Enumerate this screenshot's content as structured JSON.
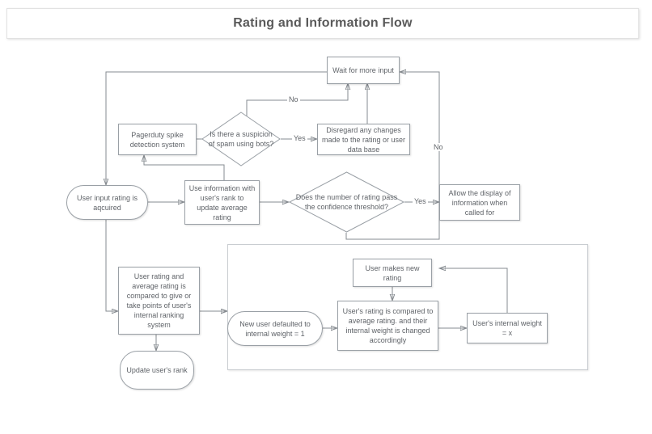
{
  "header": {
    "title": "Rating and Information Flow"
  },
  "colors": {
    "node_border": "#9aa0a6",
    "node_text": "#5f6368",
    "edge_stroke": "#868b90",
    "group_border": "#c9cdd1",
    "title_text": "#5a5a5a",
    "background": "#ffffff"
  },
  "nodes": {
    "wait_for_input": "Wait for more input",
    "pagerduty": "Pagerduty spike detection system",
    "spam_decision": "Is there a suspicion of spam using bots?",
    "disregard": "Disregard any changes made to the rating or user data base",
    "user_input": "User input rating  is aqcuired",
    "use_information": "Use information with user's rank to update average rating",
    "confidence_decision": "Does the number of rating pass the confidence threshold?",
    "allow_display": "Allow the display of information when called for",
    "compare_ratings": "User rating and average rating is compared to give or take points of user's internal ranking system",
    "update_rank": "Update user's rank",
    "new_user_default": "New user defaulted to internal weight = 1",
    "user_makes_rating": "User makes new rating",
    "rating_compared": "User's rating is compared to average rating. and their internal weight is changed accordingly",
    "internal_weight": "User's internal weight = x"
  },
  "edge_labels": {
    "spam_no": "No",
    "spam_yes": "Yes",
    "confidence_no": "No",
    "confidence_yes": "Yes"
  }
}
